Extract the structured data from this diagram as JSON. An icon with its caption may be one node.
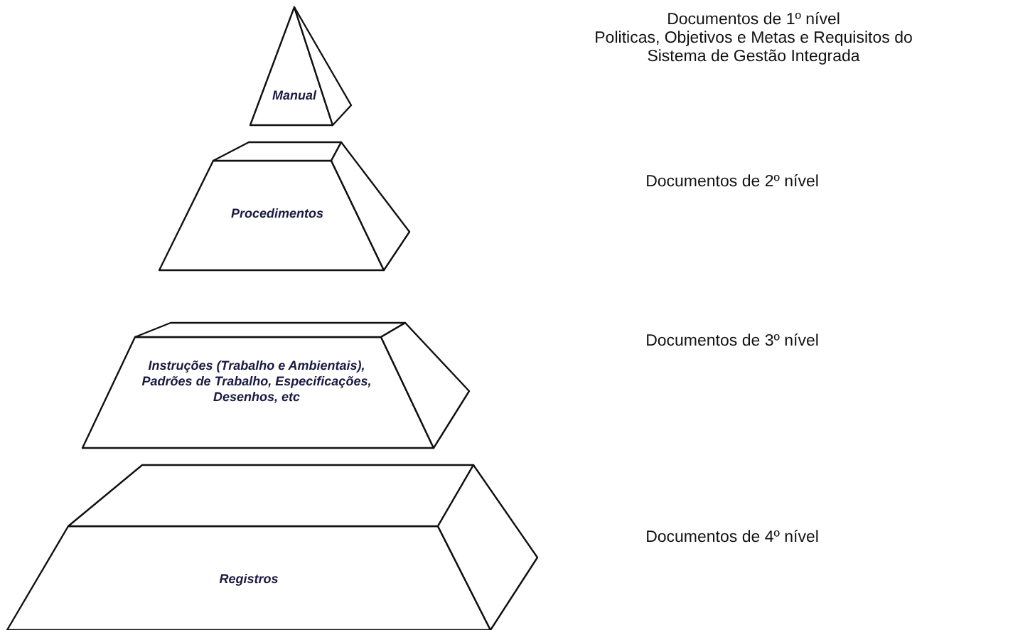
{
  "diagram": {
    "nodes": [
      {
        "text": [
          "Manual"
        ]
      },
      {
        "text": [
          "Procedimentos"
        ]
      },
      {
        "text": [
          "Instruções (Trabalho e Ambientais), Padrões de Trabalho, Especificações, Desenhos, etc"
        ]
      },
      {
        "text": [
          "Registros"
        ]
      }
    ],
    "labels": [
      "Documentos de 1º nível",
      "Politicas, Objetivos e Metas e Requisitos do Sistema de Gestão Integrada",
      "Documentos de 2º nível",
      "Documentos de 3º nível",
      "Documentos de 4º nível"
    ]
  }
}
